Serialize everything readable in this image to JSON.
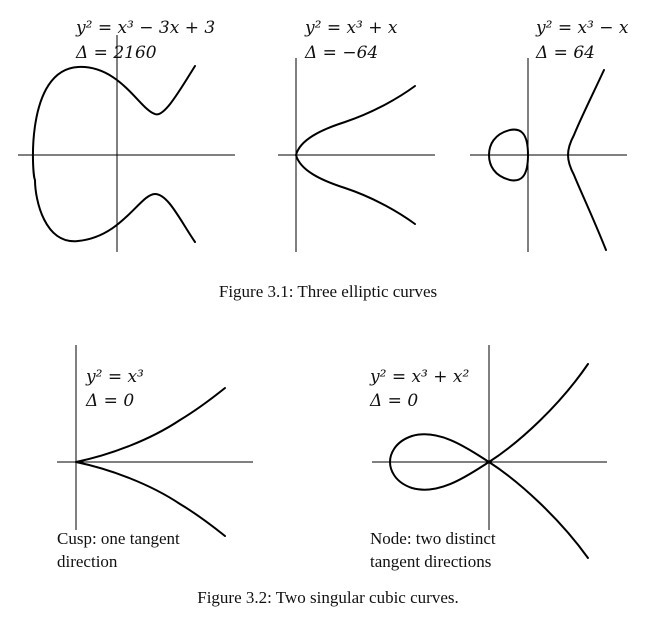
{
  "figure1": {
    "panels": [
      {
        "equation": "y² = x³ − 3x + 3",
        "discriminant": "Δ = 2160"
      },
      {
        "equation": "y² = x³ + x",
        "discriminant": "Δ = −64"
      },
      {
        "equation": "y² = x³ − x",
        "discriminant": "Δ = 64"
      }
    ],
    "caption": "Figure 3.1: Three elliptic curves"
  },
  "figure2": {
    "panels": [
      {
        "equation": "y² = x³",
        "discriminant": "Δ = 0",
        "note_line1": "Cusp: one tangent",
        "note_line2": "direction"
      },
      {
        "equation": "y² = x³ + x²",
        "discriminant": "Δ = 0",
        "note_line1": "Node: two distinct",
        "note_line2": "tangent directions"
      }
    ],
    "caption": "Figure 3.2: Two singular cubic curves."
  }
}
